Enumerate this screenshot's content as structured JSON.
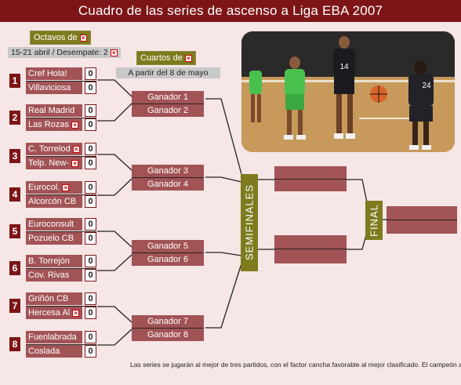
{
  "title": "Cuadro de las series de ascenso a Liga EBA 2007",
  "labels": {
    "octavos": "Octavos de",
    "octavos_dates": "15-21 abril / Desempate: 2",
    "cuartos": "Cuartos de",
    "cuartos_dates": "A partir del 8 de mayo",
    "semifinales": "SEMIFINALES",
    "final": "FINAL"
  },
  "matches": [
    {
      "num": "1",
      "home": "Cref Hola!",
      "away": "Villaviciosa",
      "home_score": "0",
      "away_score": "0"
    },
    {
      "num": "2",
      "home": "Real Madrid",
      "away": "Las Rozas",
      "home_score": "0",
      "away_score": "0"
    },
    {
      "num": "3",
      "home": "C. Torrelod",
      "away": "Telp. New-",
      "home_score": "0",
      "away_score": "0"
    },
    {
      "num": "4",
      "home": "Eurocol.",
      "away": "Alcorcón CB",
      "home_score": "0",
      "away_score": "0"
    },
    {
      "num": "5",
      "home": "Euroconsult",
      "away": "Pozuelo CB",
      "home_score": "0",
      "away_score": "0"
    },
    {
      "num": "6",
      "home": "B. Torrejón",
      "away": "Cov. Rivas",
      "home_score": "0",
      "away_score": "0"
    },
    {
      "num": "7",
      "home": "Griñón CB",
      "away": "Hercesa Al",
      "home_score": "0",
      "away_score": "0"
    },
    {
      "num": "8",
      "home": "Fuenlabrada",
      "away": "Coslada",
      "home_score": "0",
      "away_score": "0"
    }
  ],
  "quarters": [
    {
      "top": "Ganador 1",
      "bottom": "Ganador 2"
    },
    {
      "top": "Ganador 3",
      "bottom": "Ganador 4"
    },
    {
      "top": "Ganador 5",
      "bottom": "Ganador 6"
    },
    {
      "top": "Ganador 7",
      "bottom": "Ganador 8"
    }
  ],
  "footnote": "Las series se jugarán al mejor de tres partidos, con el factor cancha favorable al mejor clasificado. El campeón a",
  "colors": {
    "maroon": "#7d1517",
    "team_bg": "#a25355",
    "olive": "#7e7b1e",
    "page_bg": "#f6e6e6"
  },
  "photo": {
    "jersey_left": "14",
    "jersey_right": "24"
  }
}
